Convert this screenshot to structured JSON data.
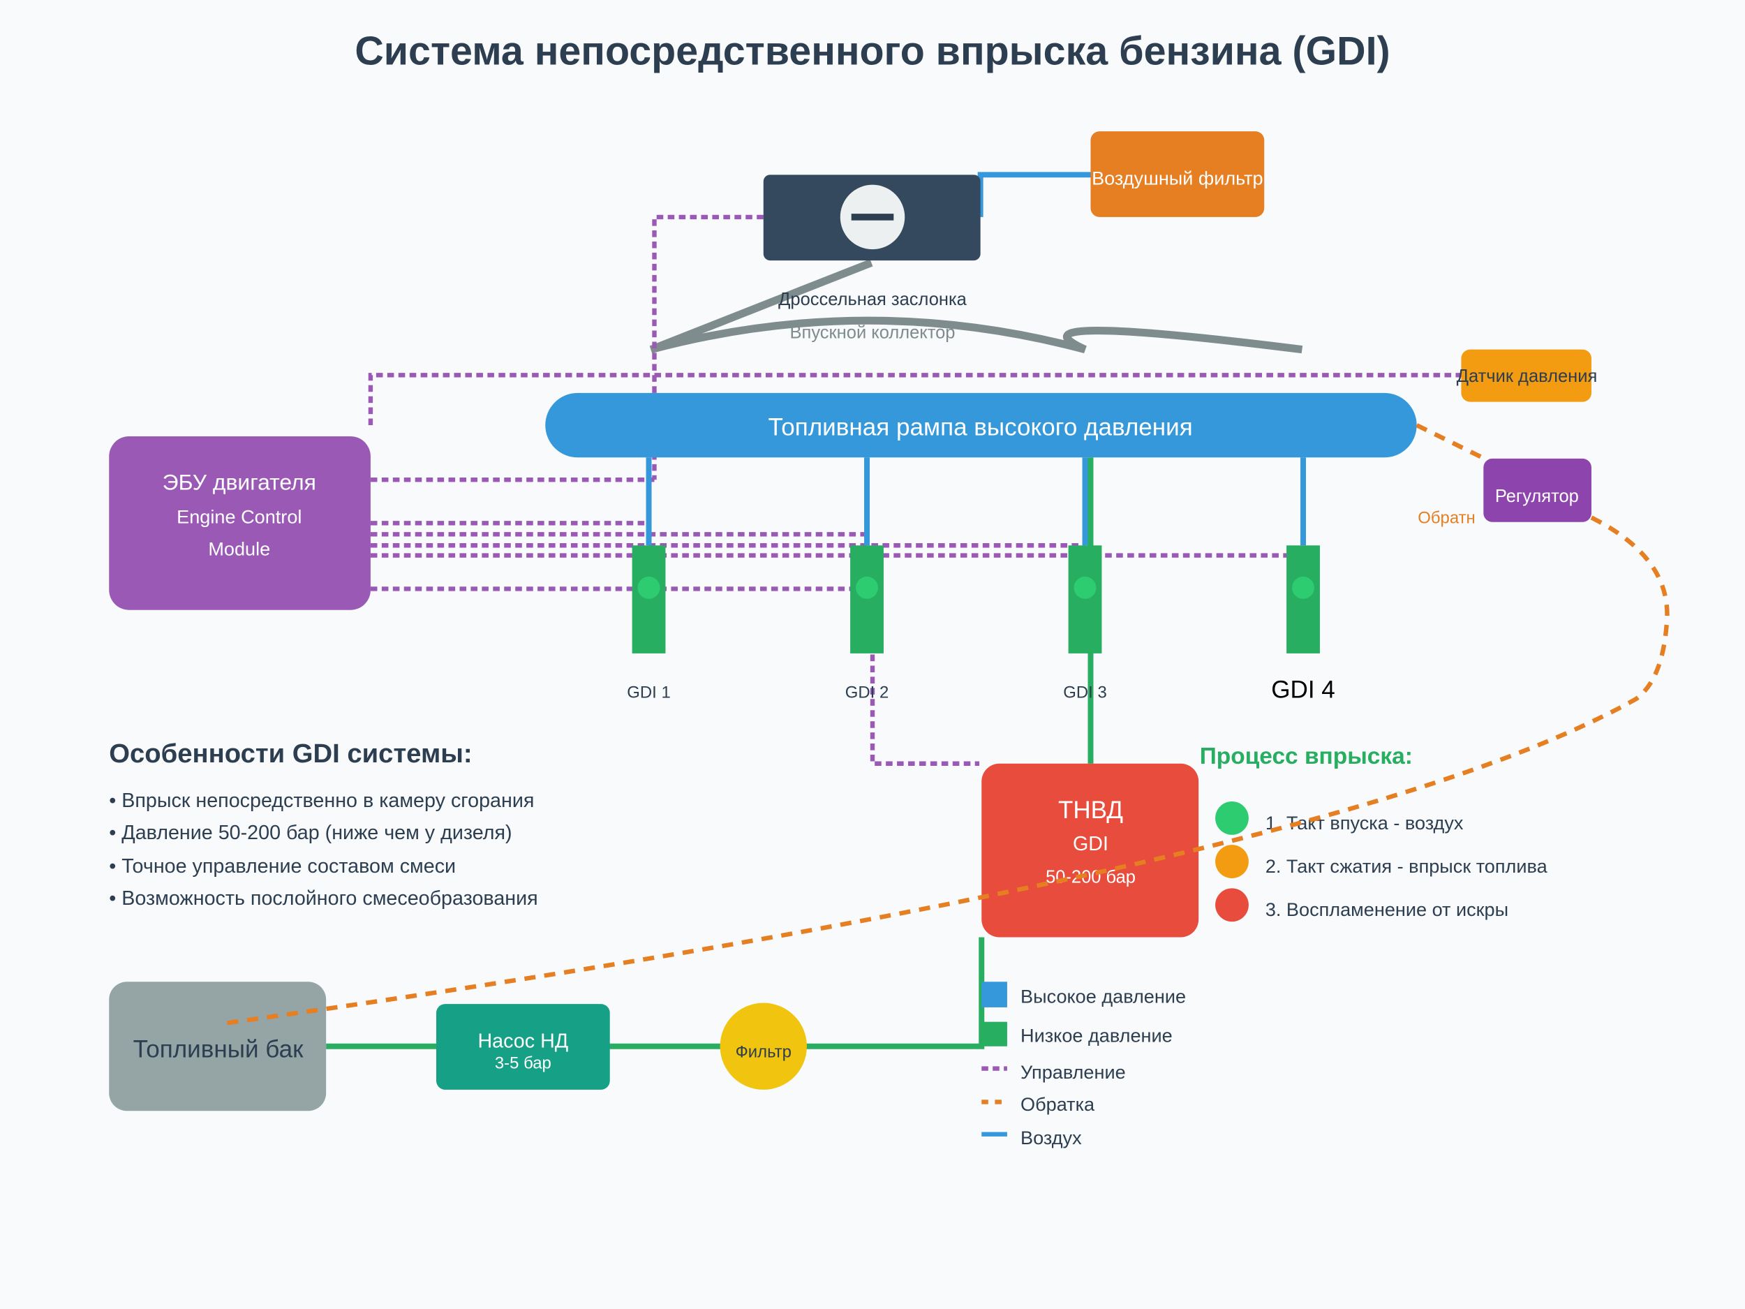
{
  "title": "Система непосредственного впрыска бензина (GDI)",
  "components": {
    "throttle": {
      "label": "Дроссельная заслонка",
      "icon": "throttle-valve-icon"
    },
    "air_filter": {
      "label": "Воздушный фильтр"
    },
    "intake_manifold": {
      "label": "Впускной коллектор"
    },
    "pressure_sensor": {
      "label": "Датчик давления"
    },
    "fuel_rail": {
      "label": "Топливная рампа высокого давления"
    },
    "regulator": {
      "label": "Регулятор"
    },
    "return_label": "Обратн",
    "ecu": {
      "title": "ЭБУ двигателя",
      "line1": "Engine Control",
      "line2": "Module"
    },
    "injectors": [
      "GDI 1",
      "GDI 2",
      "GDI 3",
      "GDI 4"
    ],
    "hp_pump": {
      "title": "ТНВД",
      "subtitle": "GDI",
      "pressure": "50-200 бар"
    },
    "fuel_tank": {
      "label": "Топливный бак"
    },
    "lp_pump": {
      "title": "Насос НД",
      "pressure": "3-5 бар"
    },
    "filter": {
      "label": "Фильтр"
    }
  },
  "features": {
    "heading": "Особенности GDI системы:",
    "items": [
      "• Впрыск непосредственно в камеру сгорания",
      "• Давление 50-200 бар (ниже чем у дизеля)",
      "• Точное управление составом смеси",
      "• Возможность послойного смесеобразования"
    ]
  },
  "process": {
    "heading": "Процесс впрыска:",
    "steps": [
      {
        "label": "1. Такт впуска - воздух",
        "color": "#2ecc71"
      },
      {
        "label": "2. Такт сжатия - впрыск топлива",
        "color": "#f39c12"
      },
      {
        "label": "3. Воспламенение от искры",
        "color": "#e74c3c"
      }
    ]
  },
  "legend": [
    {
      "label": "Высокое давление",
      "color": "#3498db",
      "style": "block"
    },
    {
      "label": "Низкое давление",
      "color": "#27ae60",
      "style": "block"
    },
    {
      "label": "Управление",
      "color": "#9b59b6",
      "style": "dotted"
    },
    {
      "label": "Обратка",
      "color": "#e67e22",
      "style": "dotted"
    },
    {
      "label": "Воздух",
      "color": "#3498db",
      "style": "line"
    }
  ]
}
